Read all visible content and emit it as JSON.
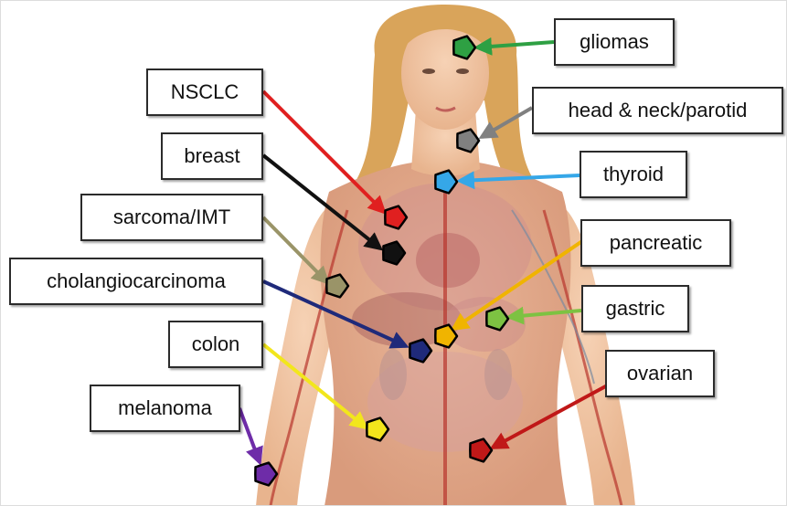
{
  "figure": {
    "labels": [
      {
        "key": "gliomas",
        "text": "gliomas",
        "color": "#2ea043"
      },
      {
        "key": "head_neck",
        "text": "head & neck/parotid",
        "color": "#808080"
      },
      {
        "key": "thyroid",
        "text": "thyroid",
        "color": "#35a7e8"
      },
      {
        "key": "pancreatic",
        "text": "pancreatic",
        "color": "#f0b400"
      },
      {
        "key": "gastric",
        "text": "gastric",
        "color": "#7dc242"
      },
      {
        "key": "ovarian",
        "text": "ovarian",
        "color": "#c01818"
      },
      {
        "key": "nsclc",
        "text": "NSCLC",
        "color": "#e02020"
      },
      {
        "key": "breast",
        "text": "breast",
        "color": "#111111"
      },
      {
        "key": "sarcoma",
        "text": "sarcoma/IMT",
        "color": "#9a9468"
      },
      {
        "key": "cholangio",
        "text": "cholangiocarcinoma",
        "color": "#1f2a7a"
      },
      {
        "key": "colon",
        "text": "colon",
        "color": "#f2e61c"
      },
      {
        "key": "melanoma",
        "text": "melanoma",
        "color": "#6e2ca8"
      }
    ],
    "illustration": {
      "skin_color": "#f0c7a6",
      "hair_color": "#d9a45a",
      "vessel_color": "#b8342c",
      "organ_color": "#cf8d8d"
    }
  }
}
